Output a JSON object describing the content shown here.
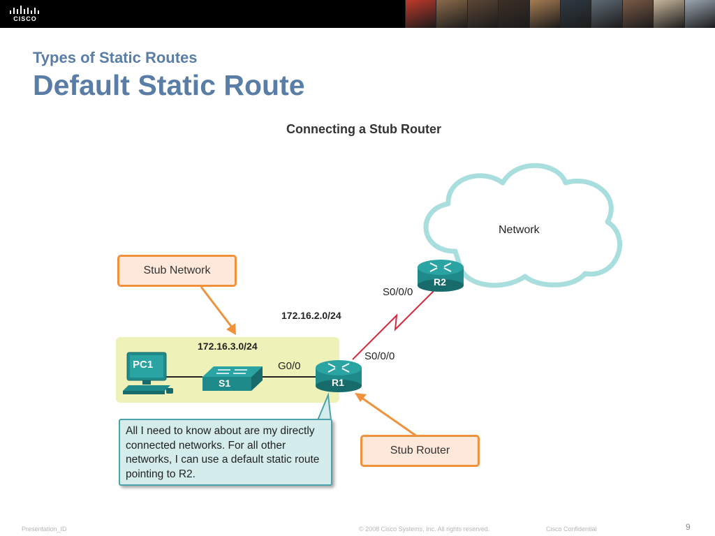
{
  "header": {
    "logo_text": "CISCO",
    "photo_colors": [
      "#c0392b",
      "#8b6b4a",
      "#5b4636",
      "#3d2f26",
      "#a67c52",
      "#2f3a44",
      "#5f6b75",
      "#7a5a46",
      "#c9b79c",
      "#9aa6b1"
    ]
  },
  "slide": {
    "subtitle": "Types of Static Routes",
    "title": "Default Static Route"
  },
  "diagram": {
    "title": "Connecting a Stub Router",
    "cloud_label": "Network",
    "stub_network_label": "Stub Network",
    "stub_router_label": "Stub Router",
    "wan_network": "172.16.2.0/24",
    "lan_network": "172.16.3.0/24",
    "r2_interface": "S0/0/0",
    "r1_serial_interface": "S0/0/0",
    "r1_lan_interface": "G0/0",
    "devices": {
      "pc": "PC1",
      "switch": "S1",
      "router1": "R1",
      "router2": "R2"
    },
    "note": "All I need to know about are my directly connected networks. For all other networks, I can use a default static route pointing to R2.",
    "colors": {
      "device_teal": "#1f8a8a",
      "stub_area": "#eef2b8",
      "callout_orange": "#f0913c",
      "serial_link": "#d8283c"
    }
  },
  "footer": {
    "presentation_id": "Presentation_ID",
    "copyright": "© 2008 Cisco Systems, Inc. All rights reserved.",
    "confidential": "Cisco Confidential",
    "page": "9"
  }
}
